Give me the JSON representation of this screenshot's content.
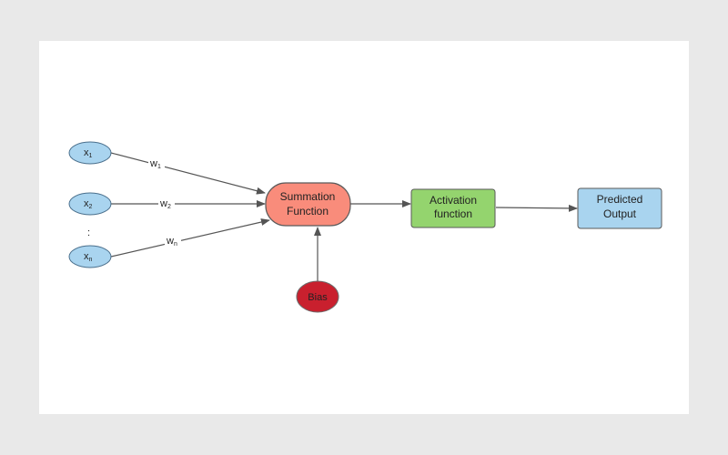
{
  "nodes": {
    "x1": {
      "base": "x",
      "sub": "1"
    },
    "x2": {
      "base": "x",
      "sub": "2"
    },
    "xn": {
      "base": "x",
      "sub": "n"
    },
    "dots": ":",
    "summation": {
      "line1": "Summation",
      "line2": "Function"
    },
    "bias": "Bias",
    "activation": {
      "line1": "Activation",
      "line2": "function"
    },
    "output": {
      "line1": "Predicted",
      "line2": "Output"
    }
  },
  "edges": {
    "w1": {
      "base": "w",
      "sub": "1"
    },
    "w2": {
      "base": "w",
      "sub": "2"
    },
    "wn": {
      "base": "w",
      "sub": "n"
    }
  },
  "colors": {
    "input_fill": "#a9d4ef",
    "input_stroke": "#4a6f8c",
    "summation_fill": "#f98c7b",
    "summation_stroke": "#5a5a5a",
    "bias_fill": "#c9202e",
    "activation_fill": "#94d46e",
    "output_fill": "#a9d4ef",
    "edge": "#555555"
  }
}
